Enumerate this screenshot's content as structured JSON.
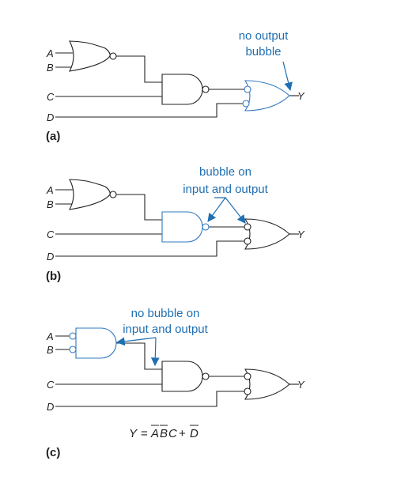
{
  "panels": [
    {
      "caption": "(a)",
      "inputs": [
        "A",
        "B",
        "C",
        "D"
      ],
      "output": "Y",
      "annotation": [
        "no output",
        "bubble"
      ]
    },
    {
      "caption": "(b)",
      "inputs": [
        "A",
        "B",
        "C",
        "D"
      ],
      "output": "Y",
      "annotation": [
        "bubble on",
        "input and output"
      ]
    },
    {
      "caption": "(c)",
      "inputs": [
        "A",
        "B",
        "C",
        "D"
      ],
      "output": "Y",
      "annotation": [
        "no bubble on",
        "input and output"
      ]
    }
  ],
  "equation": {
    "lhs": "Y",
    "equals": "=",
    "term1": "ABC",
    "overbar_A": "A",
    "overbar_B": "B",
    "plain_C": "C",
    "plus": "+",
    "term2": "D"
  },
  "colors": {
    "wire": "#231f20",
    "highlight_gate": "#2f78c0",
    "annotation": "#1f6fb2"
  }
}
